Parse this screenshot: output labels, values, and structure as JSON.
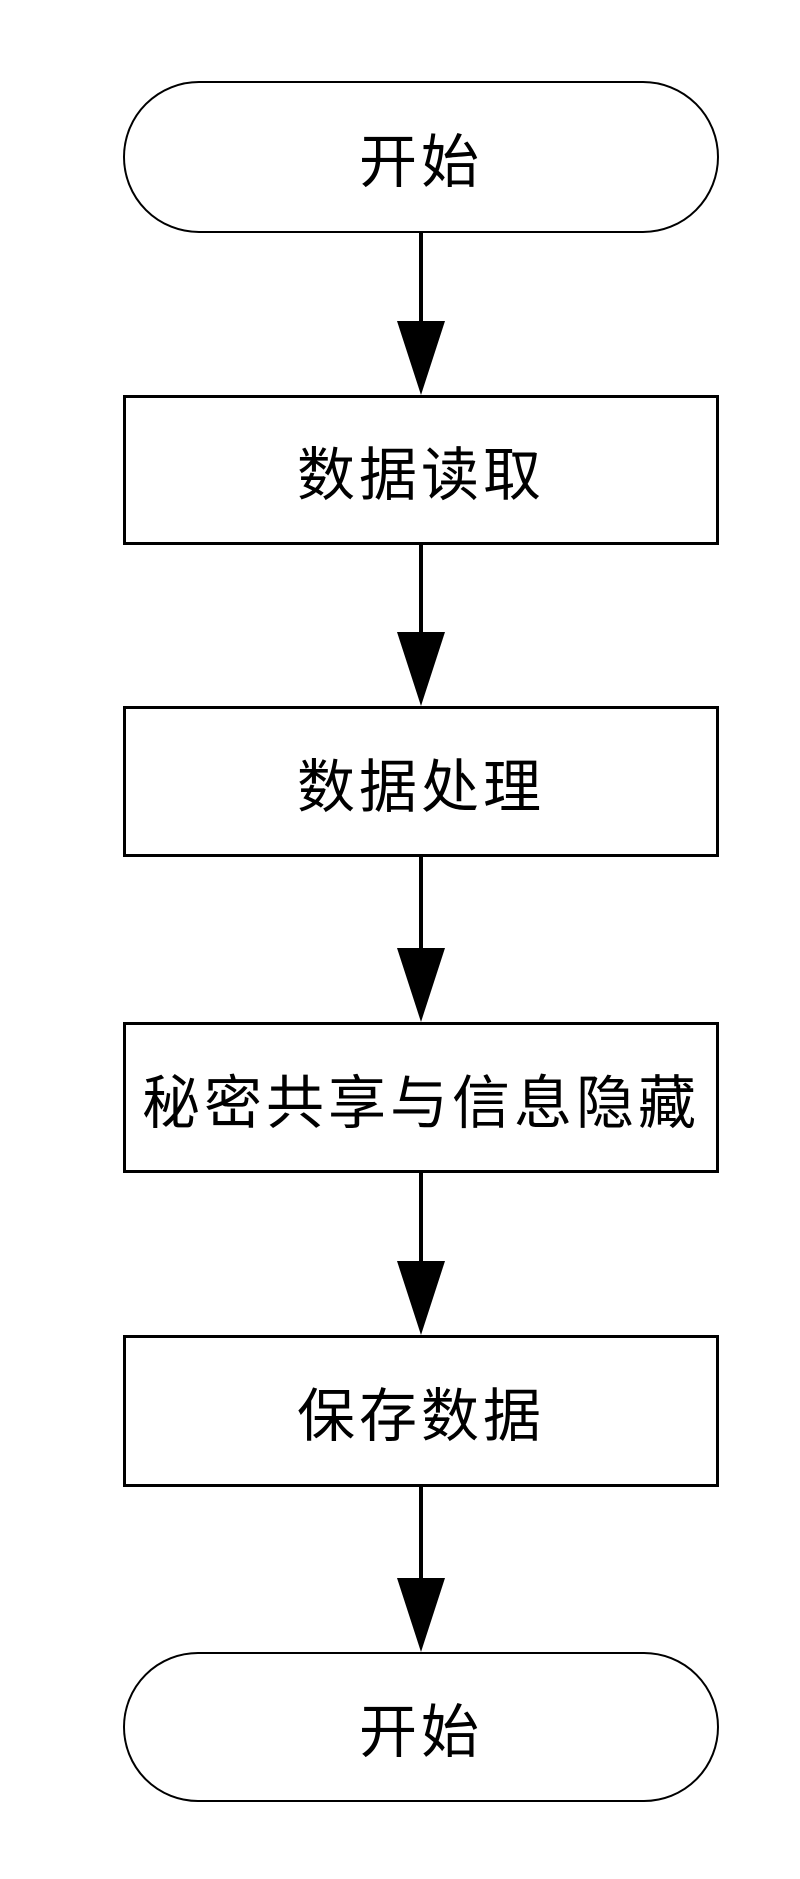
{
  "diagram": {
    "type": "flowchart",
    "direction": "top-down",
    "background_color": "#ffffff",
    "stroke_color": "#000000",
    "text_color": "#000000",
    "nodes": [
      {
        "id": "start",
        "shape": "terminator",
        "label": "开始"
      },
      {
        "id": "data-read",
        "shape": "process",
        "label": "数据读取"
      },
      {
        "id": "data-process",
        "shape": "process",
        "label": "数据处理"
      },
      {
        "id": "secret-share-hide",
        "shape": "process",
        "label": "秘密共享与信息隐藏"
      },
      {
        "id": "save-data",
        "shape": "process",
        "label": "保存数据"
      },
      {
        "id": "end",
        "shape": "terminator",
        "label": "开始"
      }
    ],
    "edges": [
      {
        "from": "start",
        "to": "data-read",
        "style": "solid-arrow"
      },
      {
        "from": "data-read",
        "to": "data-process",
        "style": "solid-arrow"
      },
      {
        "from": "data-process",
        "to": "secret-share-hide",
        "style": "solid-arrow"
      },
      {
        "from": "secret-share-hide",
        "to": "save-data",
        "style": "solid-arrow"
      },
      {
        "from": "save-data",
        "to": "end",
        "style": "solid-arrow"
      }
    ]
  }
}
